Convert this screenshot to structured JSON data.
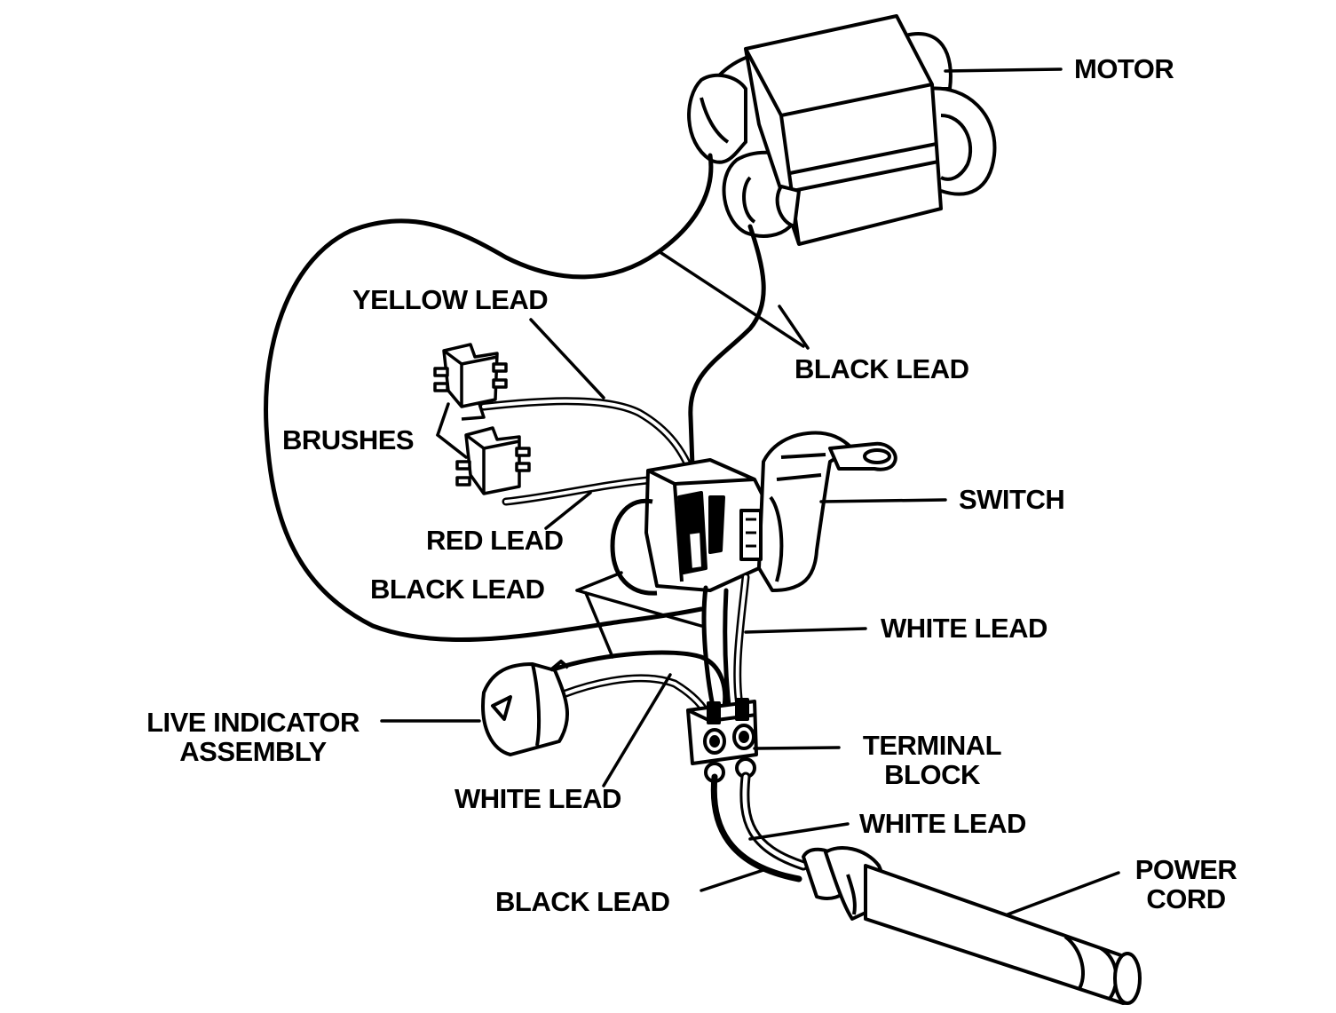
{
  "colors": {
    "ink": "#000000",
    "paper": "#ffffff"
  },
  "labels": {
    "motor": "MOTOR",
    "yellow_lead": "YELLOW LEAD",
    "black_lead_top": "BLACK LEAD",
    "brushes": "BRUSHES",
    "switch": "SWITCH",
    "red_lead": "RED LEAD",
    "black_lead_mid": "BLACK LEAD",
    "white_lead_right": "WHITE LEAD",
    "live_indicator_1": "LIVE INDICATOR",
    "live_indicator_2": "ASSEMBLY",
    "terminal_block_1": "TERMINAL",
    "terminal_block_2": "BLOCK",
    "white_lead_bottom_left": "WHITE LEAD",
    "white_lead_bottom_right": "WHITE LEAD",
    "power_cord_1": "POWER",
    "power_cord_2": "CORD",
    "black_lead_bottom": "BLACK LEAD"
  }
}
